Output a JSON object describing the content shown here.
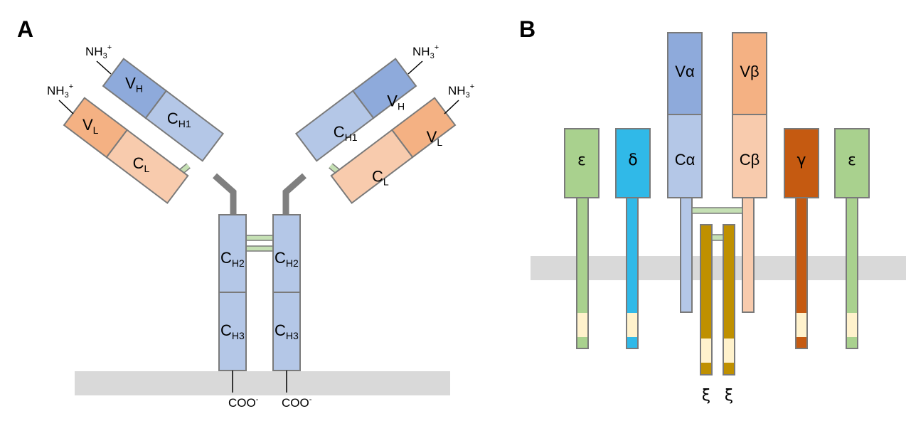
{
  "panels": {
    "a": "A",
    "b": "B"
  },
  "antibody": {
    "nh3": "NH",
    "nh3_sub": "3",
    "nh3_sup": "+",
    "coo": "COO",
    "coo_sup": "-",
    "c": "C",
    "v": "V",
    "h": "H",
    "l": "L",
    "h1": "H1",
    "h2": "H2",
    "h3": "H3"
  },
  "tcr": {
    "v_alpha": "Vα",
    "v_beta": "Vβ",
    "c_alpha": "Cα",
    "c_beta": "Cβ",
    "epsilon": "ε",
    "delta": "δ",
    "gamma": "γ",
    "zeta": "ξ"
  },
  "colors": {
    "vh": "#8eaadb",
    "ch": "#b4c7e7",
    "vl": "#f4b183",
    "cl": "#f8cbad",
    "link": "#c5e0b4",
    "hinge": "#7f7f7f",
    "membrane": "#d9d9d9",
    "epsilon": "#a9d18e",
    "delta": "#30b9e8",
    "gamma": "#c55a11",
    "zeta": "#bf9000",
    "itam": "#fff2cc"
  }
}
